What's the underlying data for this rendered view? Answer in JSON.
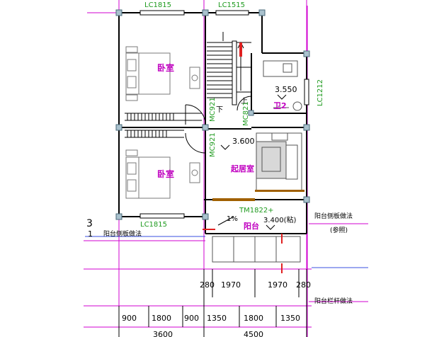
{
  "colors": {
    "wall": "#000000",
    "room_label": "#c000c0",
    "green_label": "#1e9a1e",
    "dim_line": "#d000d0",
    "blue_line": "#3a4fe0",
    "column": "#a9c1cd",
    "furniture": "#7a7a7a",
    "red": "#e02020"
  },
  "windows": {
    "top_left": "LC1815",
    "top_right": "LC1515",
    "right_side": "LC1212",
    "bottom_left": "LC1815"
  },
  "doors": {
    "d1": "MC921",
    "d2": "MC821",
    "d3": "MC921",
    "balcony": "TM1822+"
  },
  "rooms": {
    "bedroom_top": "卧室",
    "bedroom_bottom": "卧室",
    "living": "起居室",
    "bath": "卫2",
    "balcony": "阳台"
  },
  "elevations": {
    "bath": "3.550",
    "living": "3.600",
    "balcony": "3.400(粘)"
  },
  "stair": {
    "up": "上",
    "down": "下"
  },
  "notes": {
    "slope": "1%",
    "balcony_side_right": "阳台侧板做法",
    "balcony_side_right_sub": "(参照)",
    "balcony_side_left": "阳台侧板做法",
    "railing": "阳台栏杆做法",
    "axis_number": "3",
    "axis_number_sub": "1"
  },
  "dimensions": {
    "row1": [
      "280",
      "1970",
      "1970",
      "280"
    ],
    "row2": [
      "900",
      "1800",
      "900",
      "1350",
      "1800",
      "1350"
    ],
    "row3": [
      "3600",
      "4500"
    ]
  }
}
